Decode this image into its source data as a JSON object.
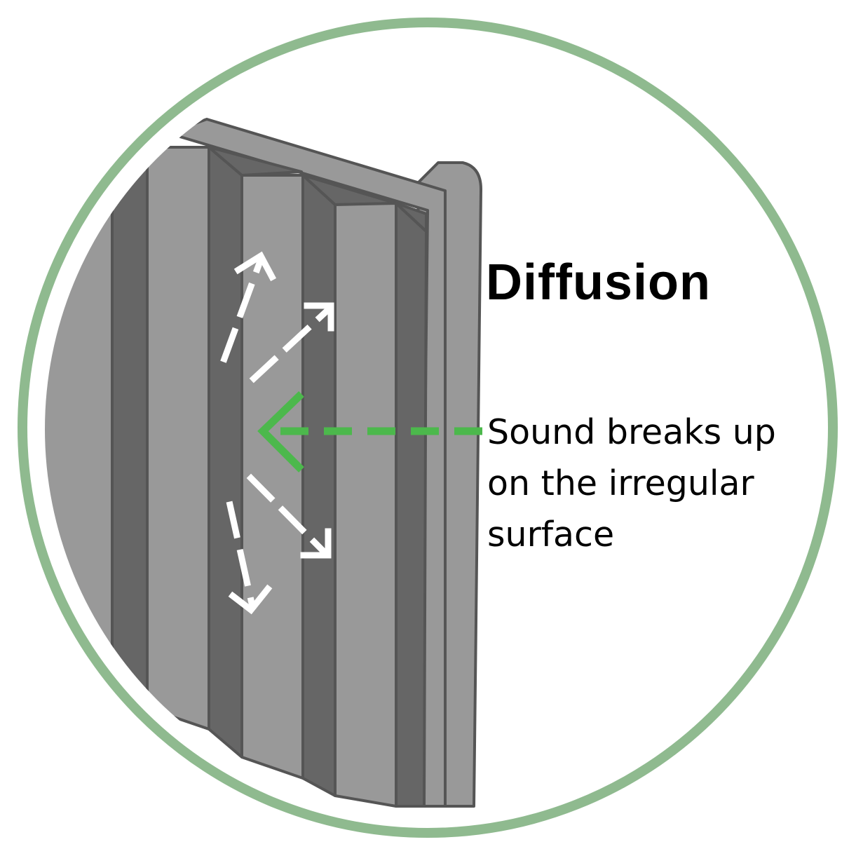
{
  "title": "Diffusion",
  "caption_lines": [
    "Sound breaks up",
    "on the irregular",
    "surface"
  ],
  "colors": {
    "ring": "#8fba8f",
    "panel_light": "#999999",
    "panel_dark": "#666666",
    "outline": "#555555",
    "incoming_arrow": "#4cb84c",
    "reflected_arrows": "#ffffff"
  },
  "icons": [
    "acoustic-diffuser-panel",
    "incoming-sound-arrow",
    "reflected-sound-arrows"
  ]
}
